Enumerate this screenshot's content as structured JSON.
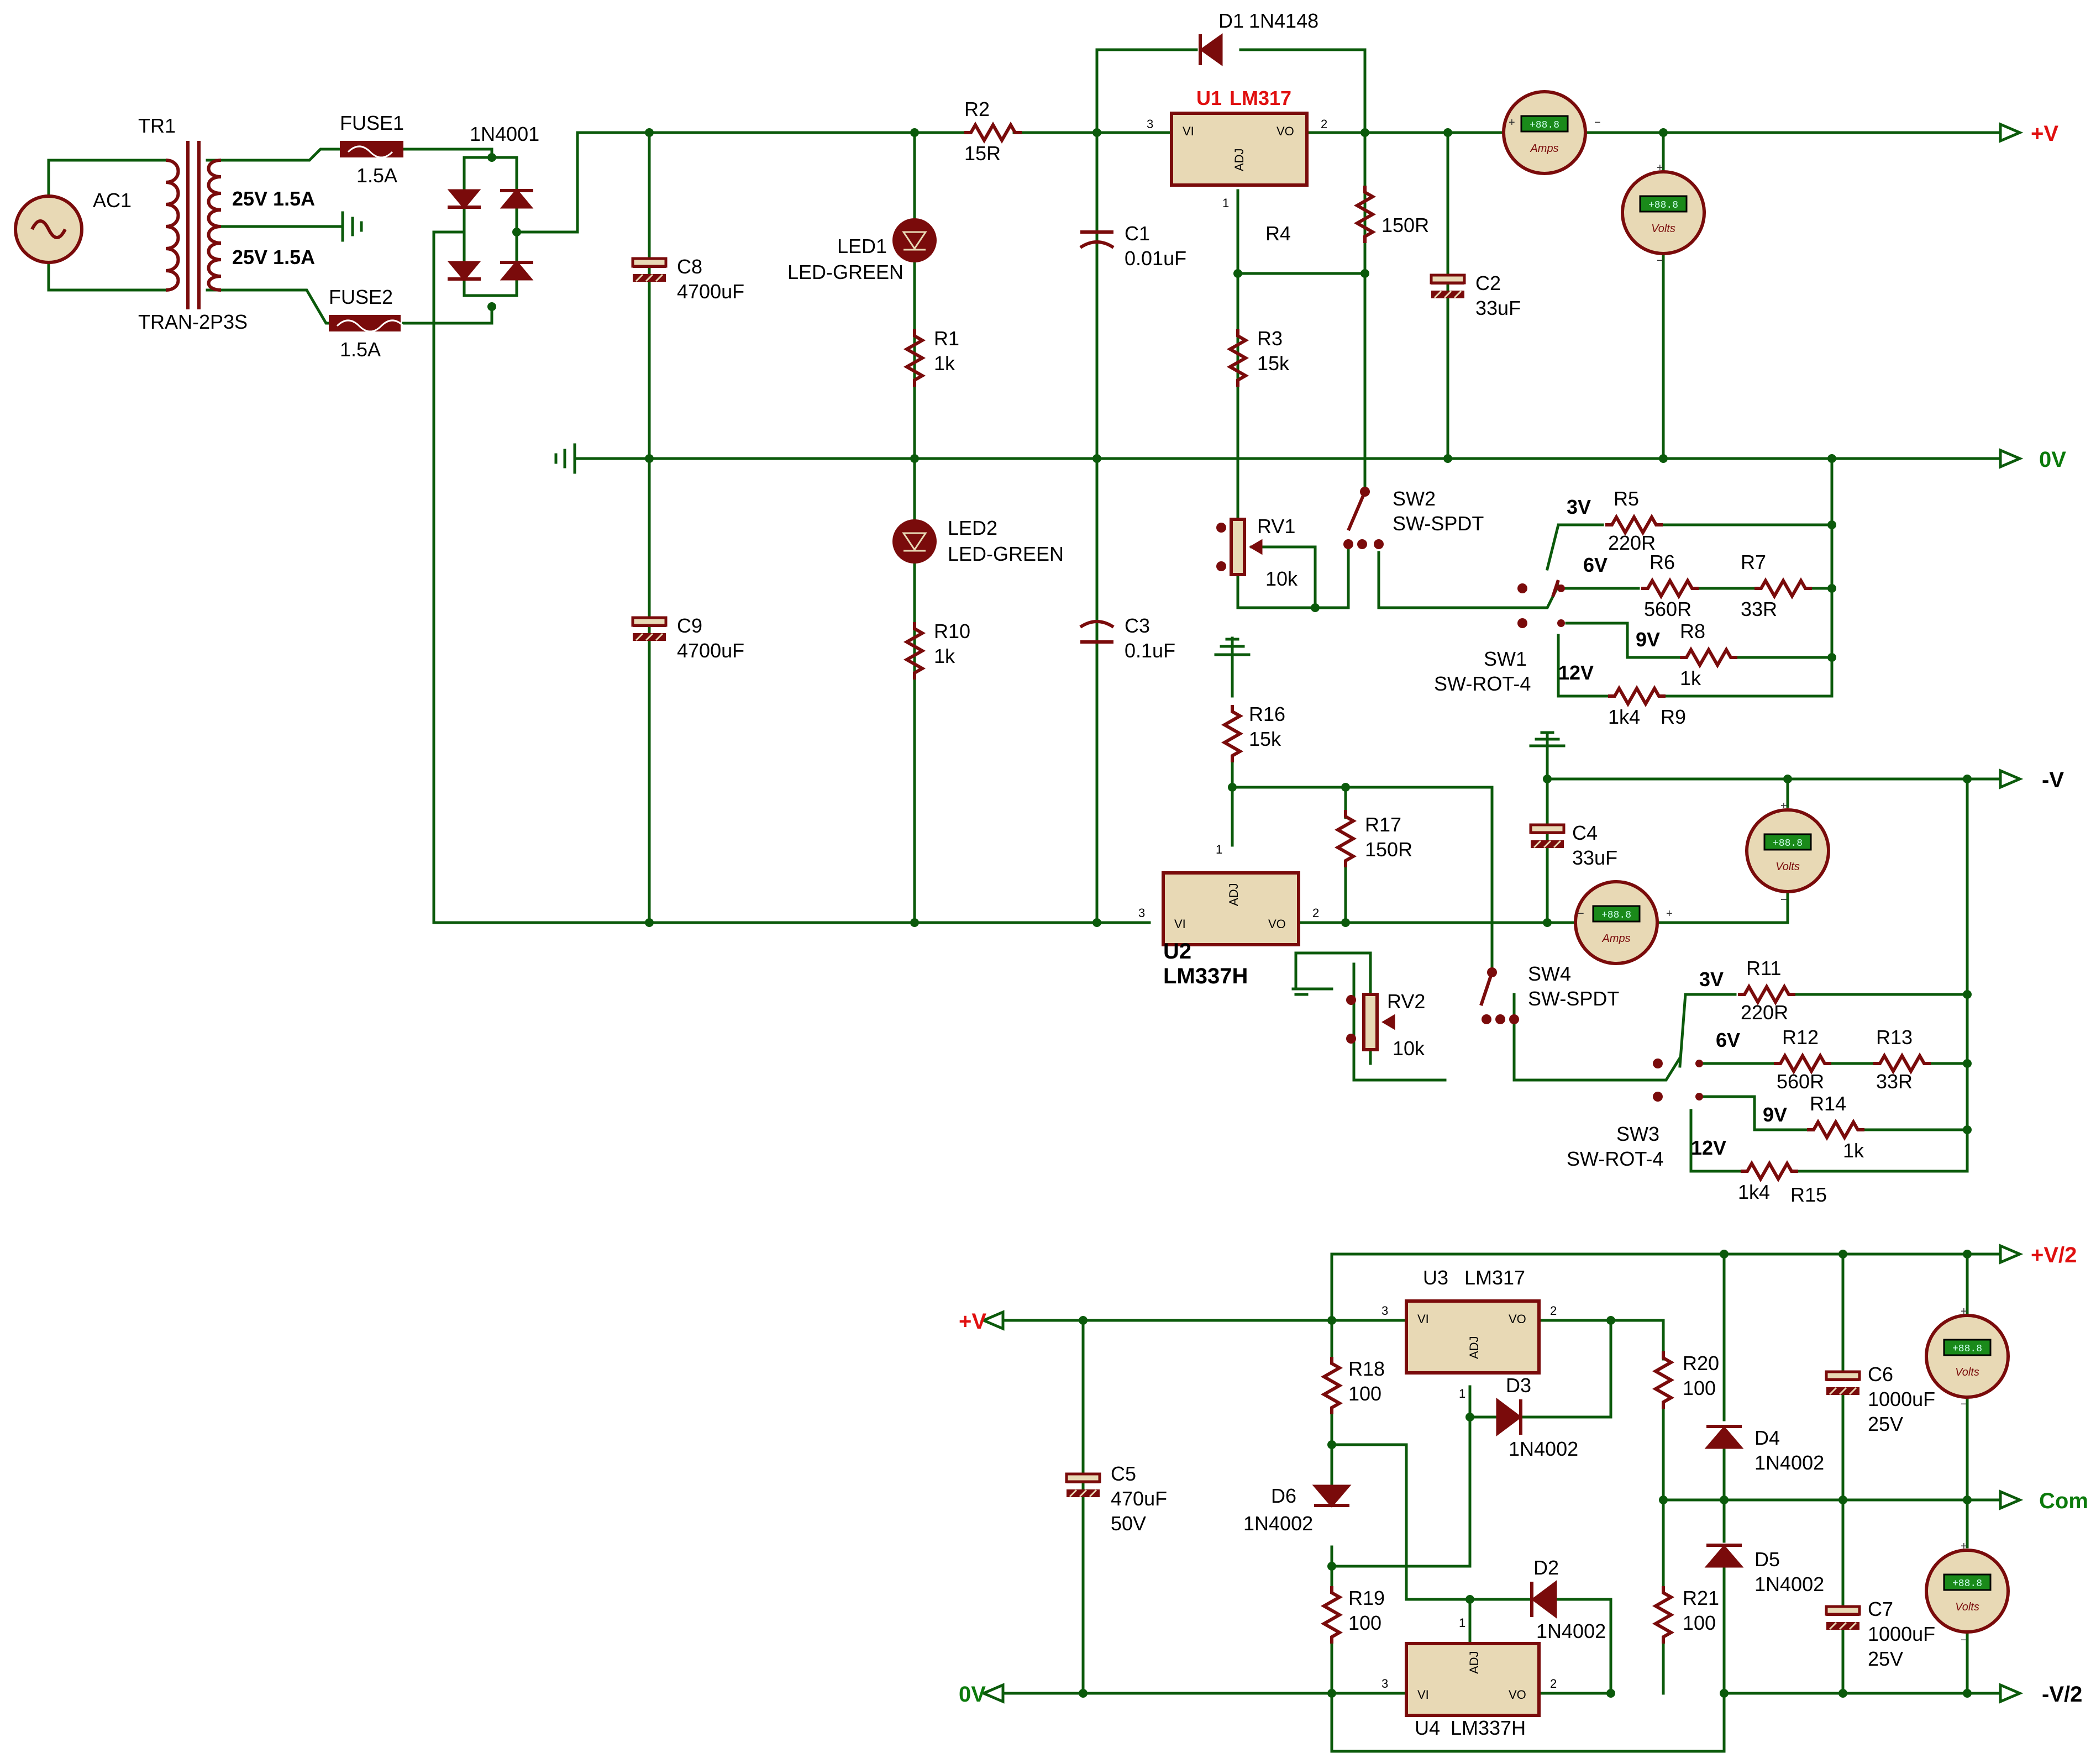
{
  "transformer": {
    "ref": "TR1",
    "type": "TRAN-2P3S",
    "sec1": "25V 1.5A",
    "sec2": "25V 1.5A"
  },
  "source": {
    "ref": "AC1"
  },
  "fuses": [
    {
      "ref": "FUSE1",
      "value": "1.5A"
    },
    {
      "ref": "FUSE2",
      "value": "1.5A"
    }
  ],
  "bridge": {
    "part": "1N4001"
  },
  "caps_main": [
    {
      "ref": "C8",
      "value": "4700uF"
    },
    {
      "ref": "C9",
      "value": "4700uF"
    },
    {
      "ref": "C1",
      "value": "0.01uF"
    },
    {
      "ref": "C3",
      "value": "0.1uF"
    },
    {
      "ref": "C2",
      "value": "33uF"
    },
    {
      "ref": "C4",
      "value": "33uF"
    }
  ],
  "leds": [
    {
      "ref": "LED1",
      "type": "LED-GREEN"
    },
    {
      "ref": "LED2",
      "type": "LED-GREEN"
    }
  ],
  "resistors_main": [
    {
      "ref": "R2",
      "value": "15R"
    },
    {
      "ref": "R1",
      "value": "1k"
    },
    {
      "ref": "R10",
      "value": "1k"
    },
    {
      "ref": "R4",
      "value": "150R"
    },
    {
      "ref": "R3",
      "value": "15k"
    },
    {
      "ref": "R16",
      "value": "15k"
    },
    {
      "ref": "R17",
      "value": "150R"
    }
  ],
  "diode_d1": {
    "ref": "D1",
    "part": "1N4148"
  },
  "u1": {
    "ref": "U1",
    "part": "LM317",
    "vi": "VI",
    "vo": "VO",
    "adj": "ADJ",
    "p1": "1",
    "p2": "2",
    "p3": "3"
  },
  "u2": {
    "ref": "U2",
    "part": "LM337H",
    "vi": "VI",
    "vo": "VO",
    "adj": "ADJ",
    "p1": "1",
    "p2": "2",
    "p3": "3"
  },
  "pots": [
    {
      "ref": "RV1",
      "value": "10k"
    },
    {
      "ref": "RV2",
      "value": "10k"
    }
  ],
  "switches": {
    "sw2": {
      "ref": "SW2",
      "type": "SW-SPDT"
    },
    "sw4": {
      "ref": "SW4",
      "type": "SW-SPDT"
    },
    "sw1": {
      "ref": "SW1",
      "type": "SW-ROT-4"
    },
    "sw3": {
      "ref": "SW3",
      "type": "SW-ROT-4"
    }
  },
  "sw1_ladder": {
    "v3": "3V",
    "v6": "6V",
    "v9": "9V",
    "v12": "12V",
    "r5": "R5",
    "r5v": "220R",
    "r6": "R6",
    "r6v": "560R",
    "r7": "R7",
    "r7v": "33R",
    "r8": "R8",
    "r8v": "1k",
    "r9": "R9",
    "r9v": "1k4"
  },
  "sw3_ladder": {
    "v3": "3V",
    "v6": "6V",
    "v9": "9V",
    "v12": "12V",
    "r11": "R11",
    "r11v": "220R",
    "r12": "R12",
    "r12v": "560R",
    "r13": "R13",
    "r13v": "33R",
    "r14": "R14",
    "r14v": "1k",
    "r15": "R15",
    "r15v": "1k4"
  },
  "rails": {
    "pos": "+V",
    "zero": "0V",
    "neg": "-V"
  },
  "meters": {
    "amps": "Amps",
    "volts": "Volts",
    "reading": "+88.8"
  },
  "split": {
    "in_pos": "+V",
    "in_zero": "0V",
    "out_pos": "+V/2",
    "out_com": "Com",
    "out_neg": "-V/2",
    "u3": {
      "ref": "U3",
      "part": "LM317"
    },
    "u4": {
      "ref": "U4",
      "part": "LM337H"
    },
    "c5": {
      "ref": "C5",
      "value": "470uF",
      "volt": "50V"
    },
    "c6": {
      "ref": "C6",
      "value": "1000uF",
      "volt": "25V"
    },
    "c7": {
      "ref": "C7",
      "value": "1000uF",
      "volt": "25V"
    },
    "r18": {
      "ref": "R18",
      "value": "100"
    },
    "r19": {
      "ref": "R19",
      "value": "100"
    },
    "r20": {
      "ref": "R20",
      "value": "100"
    },
    "r21": {
      "ref": "R21",
      "value": "100"
    },
    "d2": {
      "ref": "D2",
      "part": "1N4002"
    },
    "d3": {
      "ref": "D3",
      "part": "1N4002"
    },
    "d4": {
      "ref": "D4",
      "part": "1N4002"
    },
    "d5": {
      "ref": "D5",
      "part": "1N4002"
    },
    "d6": {
      "ref": "D6",
      "part": "1N4002"
    }
  }
}
